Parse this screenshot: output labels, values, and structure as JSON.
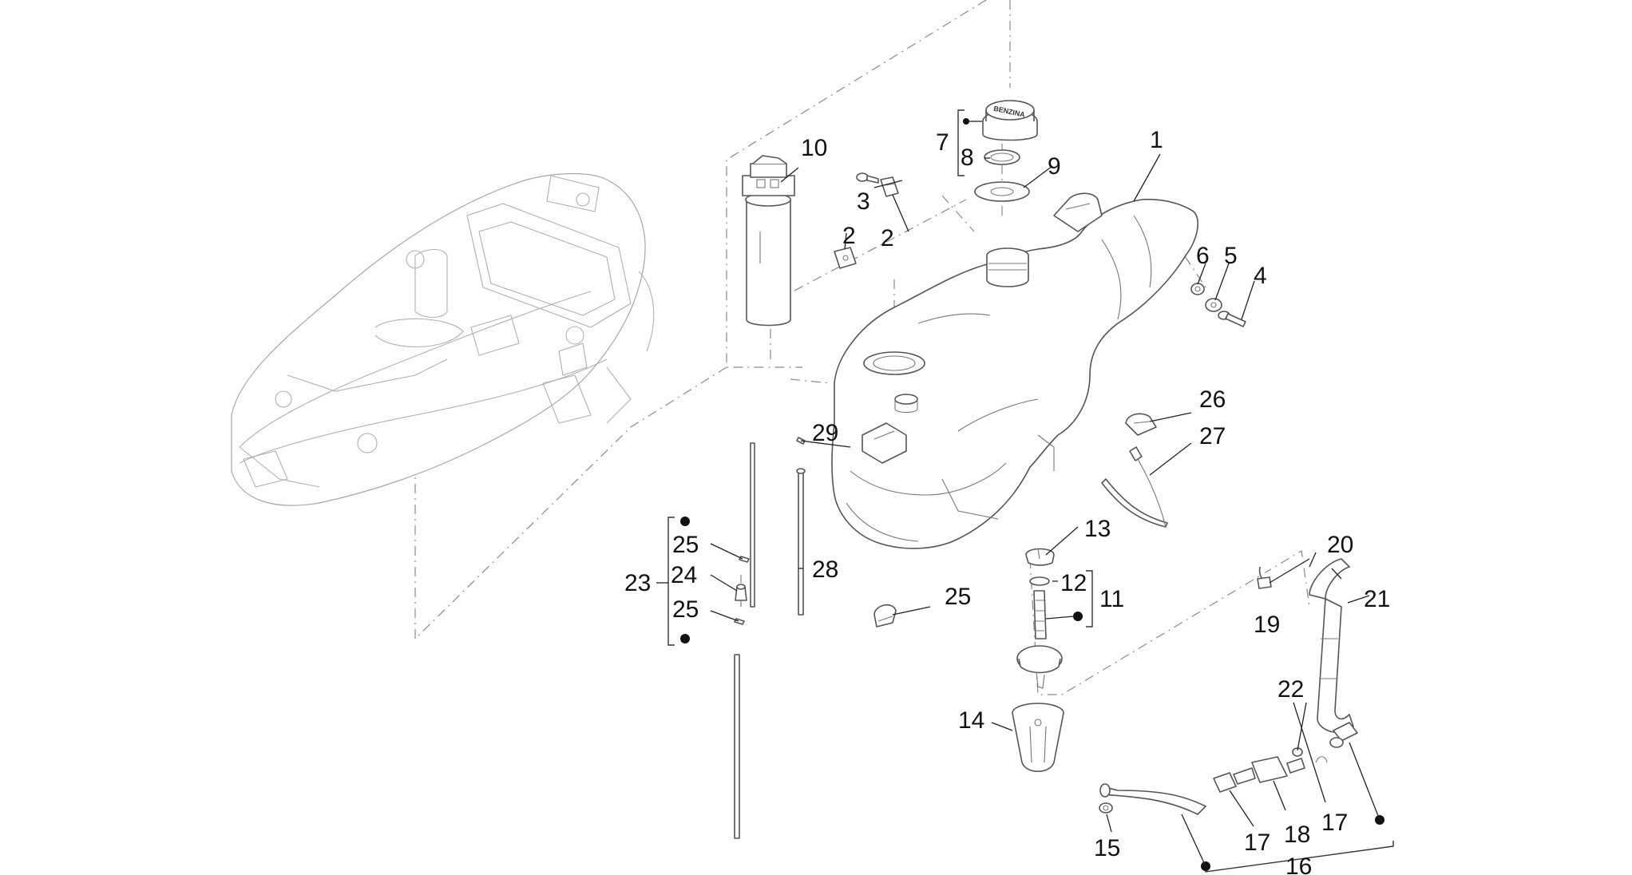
{
  "callouts": [
    {
      "id": "c1",
      "text": "1"
    },
    {
      "id": "c2a",
      "text": "2"
    },
    {
      "id": "c2b",
      "text": "2"
    },
    {
      "id": "c3",
      "text": "3"
    },
    {
      "id": "c4",
      "text": "4"
    },
    {
      "id": "c5",
      "text": "5"
    },
    {
      "id": "c6",
      "text": "6"
    },
    {
      "id": "c7",
      "text": "7"
    },
    {
      "id": "c8",
      "text": "8"
    },
    {
      "id": "c9",
      "text": "9"
    },
    {
      "id": "c10",
      "text": "10"
    },
    {
      "id": "c11",
      "text": "11"
    },
    {
      "id": "c12",
      "text": "12"
    },
    {
      "id": "c13",
      "text": "13"
    },
    {
      "id": "c14",
      "text": "14"
    },
    {
      "id": "c15",
      "text": "15"
    },
    {
      "id": "c16",
      "text": "16"
    },
    {
      "id": "c17a",
      "text": "17"
    },
    {
      "id": "c17b",
      "text": "17"
    },
    {
      "id": "c18",
      "text": "18"
    },
    {
      "id": "c19",
      "text": "19"
    },
    {
      "id": "c20",
      "text": "20"
    },
    {
      "id": "c21",
      "text": "21"
    },
    {
      "id": "c22",
      "text": "22"
    },
    {
      "id": "c23",
      "text": "23"
    },
    {
      "id": "c24",
      "text": "24"
    },
    {
      "id": "c25a",
      "text": "25"
    },
    {
      "id": "c25b",
      "text": "25"
    },
    {
      "id": "c25c",
      "text": "25"
    },
    {
      "id": "c26",
      "text": "26"
    },
    {
      "id": "c27",
      "text": "27"
    },
    {
      "id": "c28",
      "text": "28"
    },
    {
      "id": "c29",
      "text": "29"
    }
  ],
  "cap_lettering": "BENZINA",
  "colors": {
    "line": "#555555",
    "label": "#111111",
    "background": "#ffffff"
  }
}
